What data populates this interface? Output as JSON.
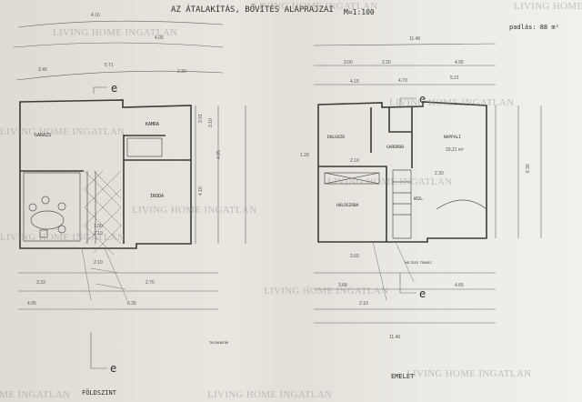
{
  "title": "AZ ÁTALAKÍTÁS, BŐVÍTÉS ALAPRAJZAI",
  "scale": "M=1:100",
  "attic_note": "padlás: 88 m²",
  "section_marker": "e",
  "watermark": "LIVING HOME INGATLAN",
  "ground_floor": {
    "label": "FÖLDSZINT",
    "rooms": [
      "GARÁZS",
      "KAMRA",
      "IRODA"
    ],
    "boundary_label": "TELEKHATÁR",
    "dimensions": [
      "4.16",
      "4.05",
      "3.45",
      "5.71",
      "2.30",
      "3.10",
      "3.01",
      "4.85",
      "4.10",
      "1.00",
      "2.10",
      "2.10",
      "2.70",
      "4.05",
      "3.33",
      "6.35"
    ]
  },
  "upper_floor": {
    "label": "EMELET",
    "rooms": [
      "DOLGOZÓ",
      "GARDRÓB",
      "NAPPALI",
      "HÁLÓSZOBA",
      "KÖZL.",
      "VÁLTOZÓ TERASZ"
    ],
    "area_note": "29,21 m²",
    "dimensions": [
      "11.46",
      "3.00",
      "2.20",
      "4.05",
      "4.15",
      "4.70",
      "5.21",
      "1.20",
      "2.10",
      "2.30",
      "3.68",
      "4.65",
      "6.35",
      "2.60",
      "2.10",
      "11.46"
    ]
  }
}
